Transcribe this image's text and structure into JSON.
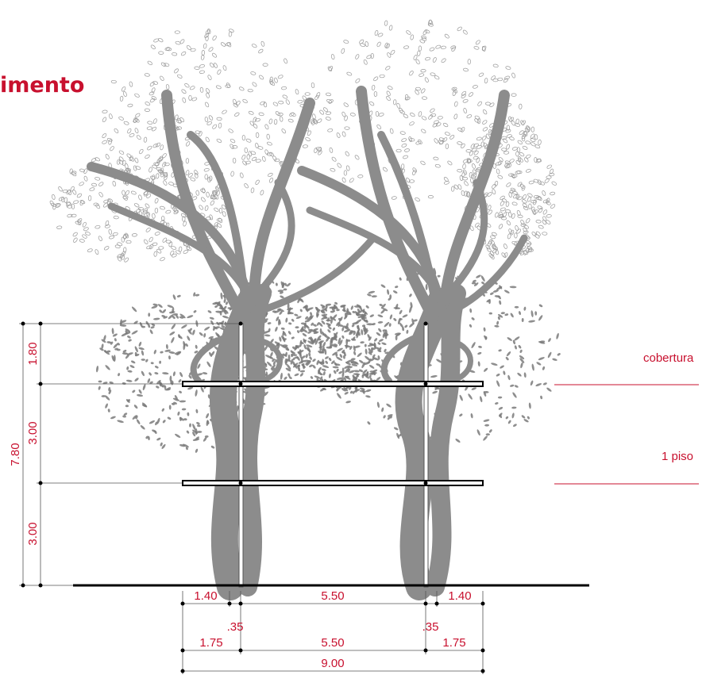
{
  "title": "imento",
  "levels": {
    "cobertura": "cobertura",
    "piso1": "1 piso"
  },
  "dims_vertical": {
    "total": "7.80",
    "top": "1.80",
    "mid": "3.00",
    "bottom": "3.00"
  },
  "dims_horizontal": {
    "row1_left": "1.40",
    "row1_mid": "5.50",
    "row1_right": "1.40",
    "row2_left": ".35",
    "row2_right": ".35",
    "row3_left": "1.75",
    "row3_mid": "5.50",
    "row3_right": "1.75",
    "row4_total": "9.00"
  },
  "colors": {
    "accent": "#c8102e",
    "trunk": "#8c8c8c",
    "foliage": "#7a7a7a",
    "leaf_outline": "#9a9a9a",
    "line": "#000000"
  }
}
